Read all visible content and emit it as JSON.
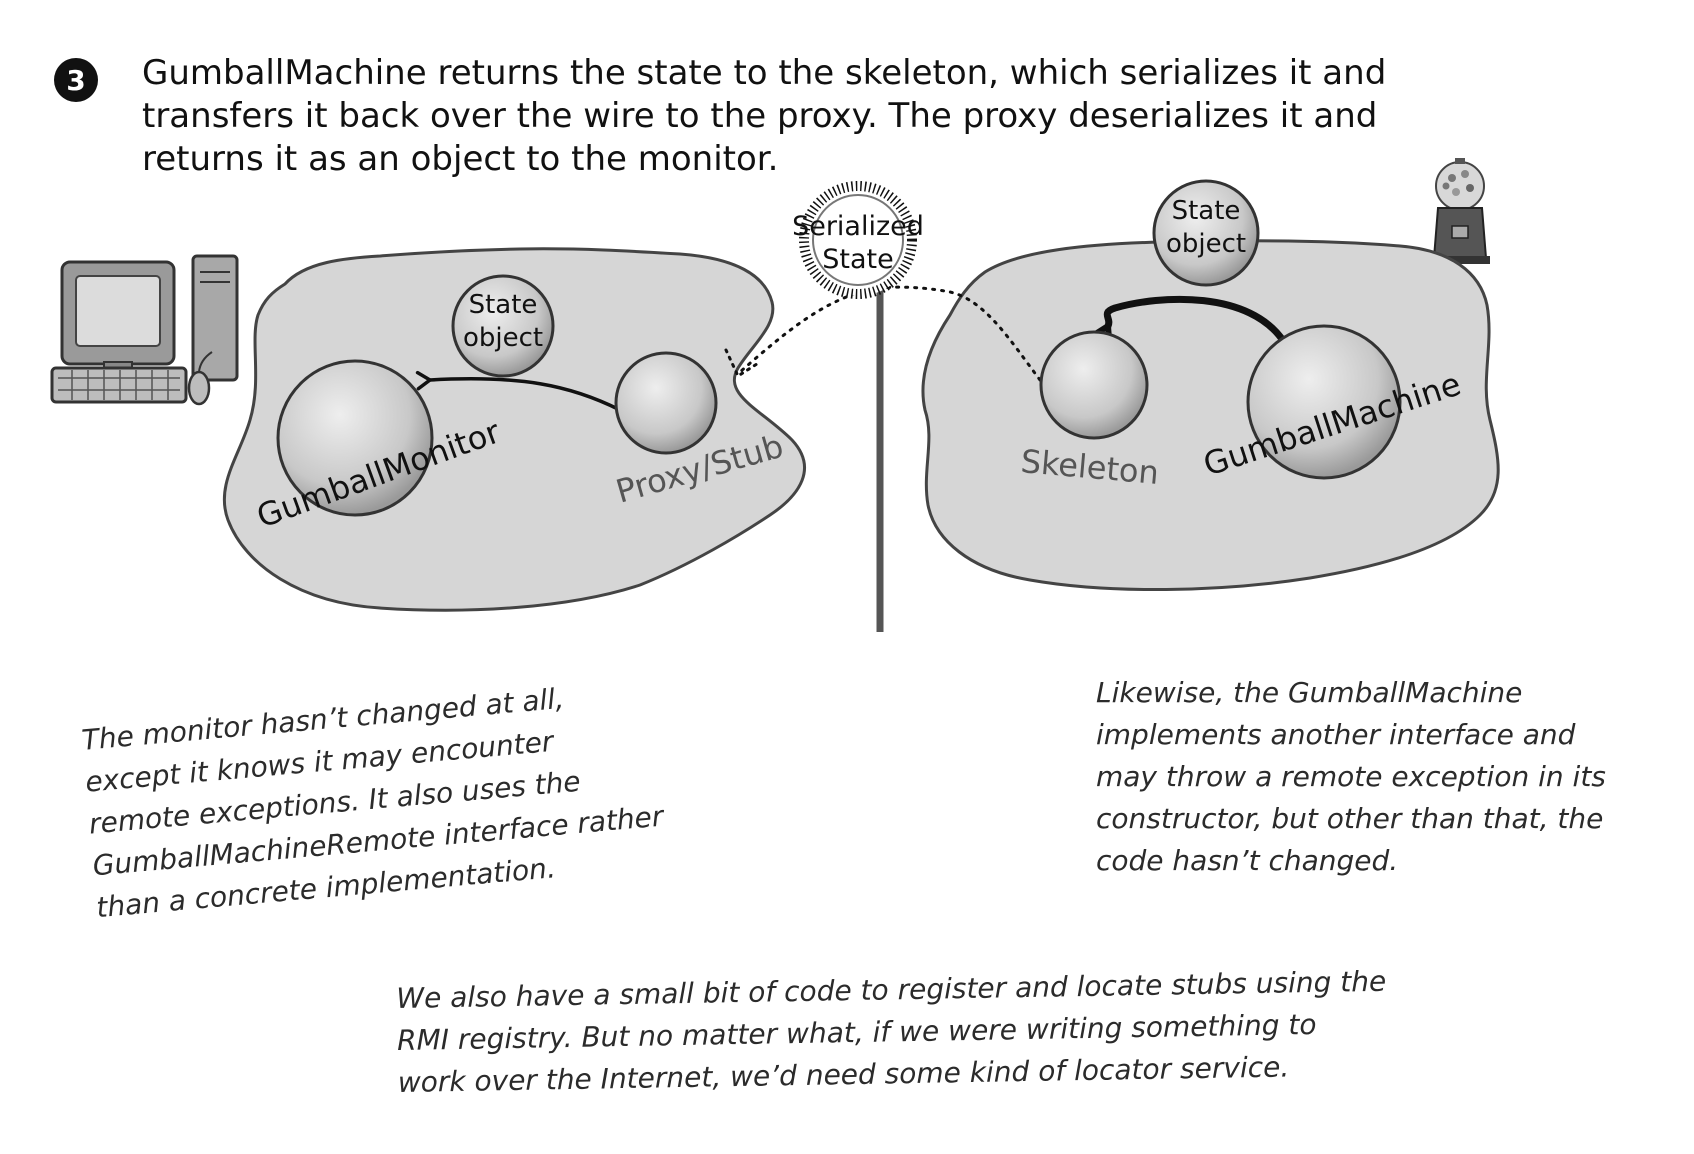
{
  "step": {
    "number": "3",
    "lines": [
      "GumballMachine returns the state to the skeleton, which serializes it and",
      "transfers it back over the wire to the proxy.  The proxy deserializes it and",
      "returns it as an object to the monitor."
    ]
  },
  "diagram": {
    "client": {
      "state_object_label": [
        "State",
        "object"
      ],
      "monitor_label": "GumballMonitor",
      "proxy_label": "Proxy/Stub"
    },
    "wire": {
      "serialized_label": [
        "Serialized",
        "State"
      ]
    },
    "server": {
      "state_object_label": [
        "State",
        "object"
      ],
      "skeleton_label": "Skeleton",
      "machine_label": "GumballMachine"
    }
  },
  "notes": {
    "left": [
      "The monitor hasn’t changed at all,",
      "except it knows it may encounter",
      "remote exceptions.  It also uses the",
      "GumballMachineRemote interface rather",
      "than a concrete implementation."
    ],
    "right": [
      "Likewise, the GumballMachine",
      "implements another interface and",
      "may throw a remote exception in its",
      "constructor, but other than that, the",
      "code hasn’t changed."
    ],
    "bottom": [
      "We also have a small bit of code to register and locate stubs using the",
      "RMI registry.  But no matter what, if we were writing something to",
      "work over the Internet, we’d need some kind of locator service."
    ]
  },
  "colors": {
    "heap_fill": "#d6d6d6",
    "sphere_fill": "#c8c8c8",
    "label_dark": "#111111",
    "label_gray": "#555555"
  }
}
